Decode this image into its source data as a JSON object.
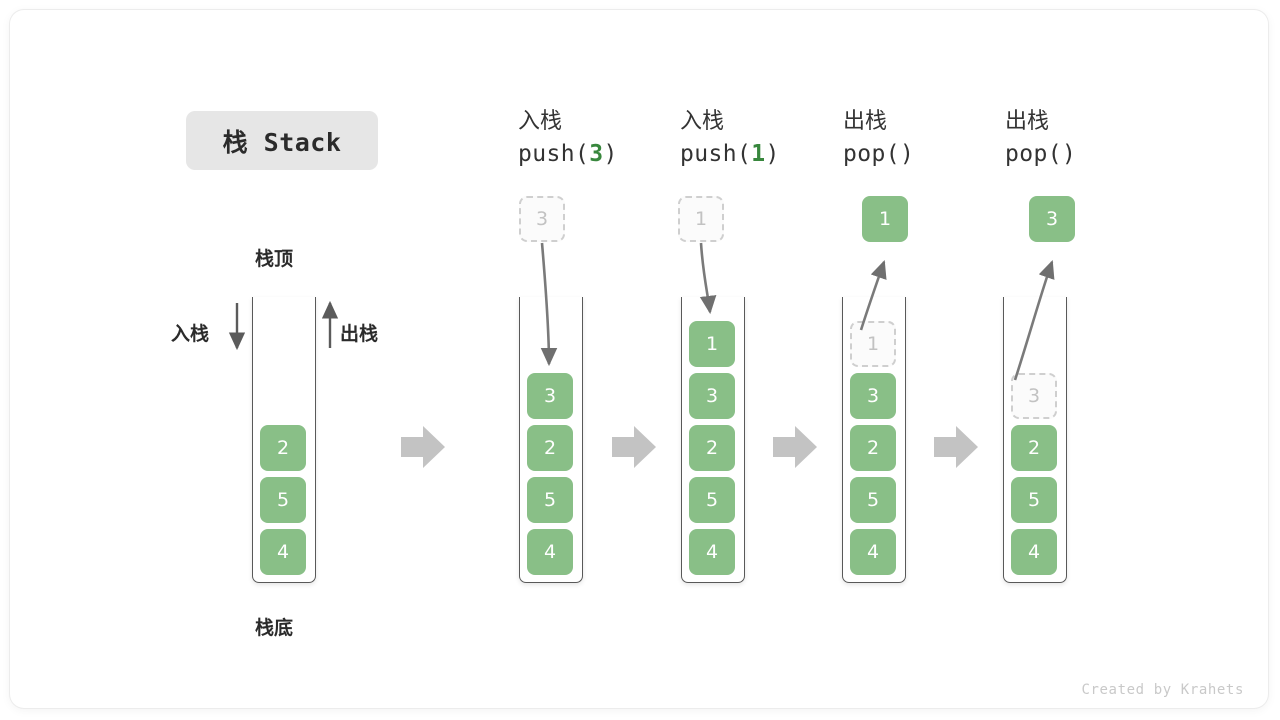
{
  "title": {
    "text": "栈 Stack"
  },
  "labels": {
    "stack_top": "栈顶",
    "stack_bottom": "栈底",
    "push": "入栈",
    "pop": "出栈"
  },
  "colors": {
    "cell_fill": "#89bf87",
    "cell_text": "#ffffff",
    "ghost_border": "#cfcfcf",
    "ghost_text": "#c2c2c2",
    "arg_green": "#38873d",
    "arrow_gray": "#6f6f6f",
    "block_arrow_gray": "#c3c3c3",
    "badge_bg": "#e6e6e6"
  },
  "initial_stack": {
    "name": "initial",
    "cells": [
      "2",
      "5",
      "4"
    ]
  },
  "steps": [
    {
      "cjk": "入栈",
      "code_prefix": "push(",
      "code_arg": "3",
      "code_suffix": ")",
      "op": "push",
      "floating_value": "3",
      "floating_state": "ghost",
      "cells": [
        "3",
        "2",
        "5",
        "4"
      ],
      "ghost_index": -1
    },
    {
      "cjk": "入栈",
      "code_prefix": "push(",
      "code_arg": "1",
      "code_suffix": ")",
      "op": "push",
      "floating_value": "1",
      "floating_state": "ghost",
      "cells": [
        "1",
        "3",
        "2",
        "5",
        "4"
      ],
      "ghost_index": -1
    },
    {
      "cjk": "出栈",
      "code_prefix": "pop(",
      "code_arg": "",
      "code_suffix": ")",
      "op": "pop",
      "floating_value": "1",
      "floating_state": "filled",
      "cells": [
        "1",
        "3",
        "2",
        "5",
        "4"
      ],
      "ghost_index": 0
    },
    {
      "cjk": "出栈",
      "code_prefix": "pop(",
      "code_arg": "",
      "code_suffix": ")",
      "op": "pop",
      "floating_value": "3",
      "floating_state": "filled",
      "cells": [
        "3",
        "2",
        "5",
        "4"
      ],
      "ghost_index": 0
    }
  ],
  "footer": {
    "text": "Created by Krahets"
  }
}
